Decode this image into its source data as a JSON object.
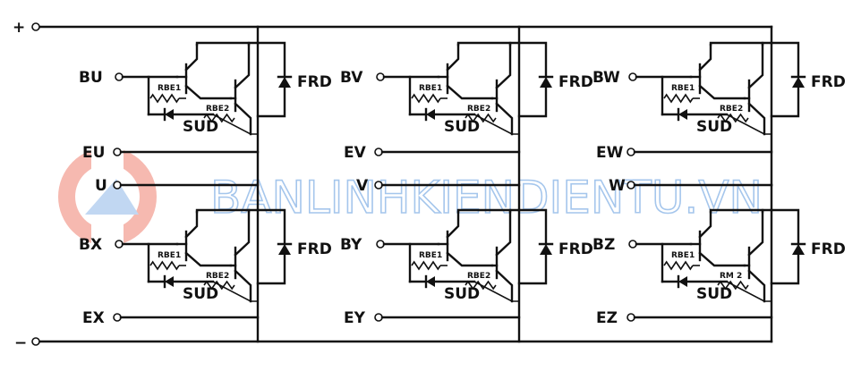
{
  "rails": {
    "positive": "+",
    "negative": "−"
  },
  "legs": [
    {
      "high": {
        "gate": "BU",
        "resistor1": "RBE1",
        "resistor2": "RBE2",
        "diode": "FRD",
        "snubber": "SUD"
      },
      "emitter": "EU",
      "output": "U",
      "low": {
        "gate": "BX",
        "resistor1": "RBE1",
        "resistor2": "RBE2",
        "diode": "FRD",
        "snubber": "SUD"
      },
      "low_emitter": "EX"
    },
    {
      "high": {
        "gate": "BV",
        "resistor1": "RBE1",
        "resistor2": "RBE2",
        "diode": "FRD",
        "snubber": "SUD"
      },
      "emitter": "EV",
      "output": "V",
      "low": {
        "gate": "BY",
        "resistor1": "RBE1",
        "resistor2": "RBE2",
        "diode": "FRD",
        "snubber": "SUD"
      },
      "low_emitter": "EY"
    },
    {
      "high": {
        "gate": "BW",
        "resistor1": "RBE1",
        "resistor2": "RBE2",
        "diode": "FRD",
        "snubber": "SUD"
      },
      "emitter": "EW",
      "output": "W",
      "low": {
        "gate": "BZ",
        "resistor1": "RBE1",
        "resistor2": "RM 2",
        "diode": "FRD",
        "snubber": "SUD"
      },
      "low_emitter": "EZ"
    }
  ],
  "watermark": "BANLINHKIENDIENTU.VN",
  "colors": {
    "ink": "#111111",
    "watermark_blue": "#8fb8e8",
    "logo_red": "#f08070"
  }
}
